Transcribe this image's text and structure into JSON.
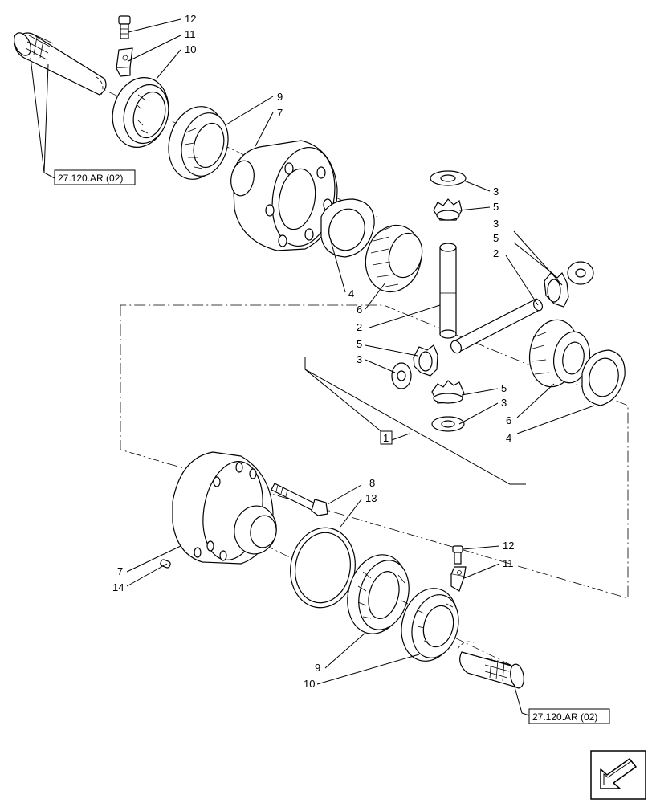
{
  "diagram": {
    "callouts": {
      "c12_top": "12",
      "c11_top": "11",
      "c10_top": "10",
      "c9_top": "9",
      "c7_top": "7",
      "c3_a": "3",
      "c5_a": "5",
      "c3_b": "3",
      "c5_b": "5",
      "c2_a": "2",
      "c4_a": "4",
      "c6_a": "6",
      "c2_b": "2",
      "c5_c": "5",
      "c3_c": "3",
      "c5_d": "5",
      "c3_d": "3",
      "c6_b": "6",
      "c4_b": "4",
      "c8": "8",
      "c13": "13",
      "c7_bot": "7",
      "c14": "14",
      "c12_bot": "12",
      "c11_bot": "11",
      "c9_bot": "9",
      "c10_bot": "10",
      "c1": "1"
    },
    "refs": {
      "ref_top": "27.120.AR (02)",
      "ref_bottom": "27.120.AR (02)"
    },
    "nav_icon": "arrow-icon"
  }
}
